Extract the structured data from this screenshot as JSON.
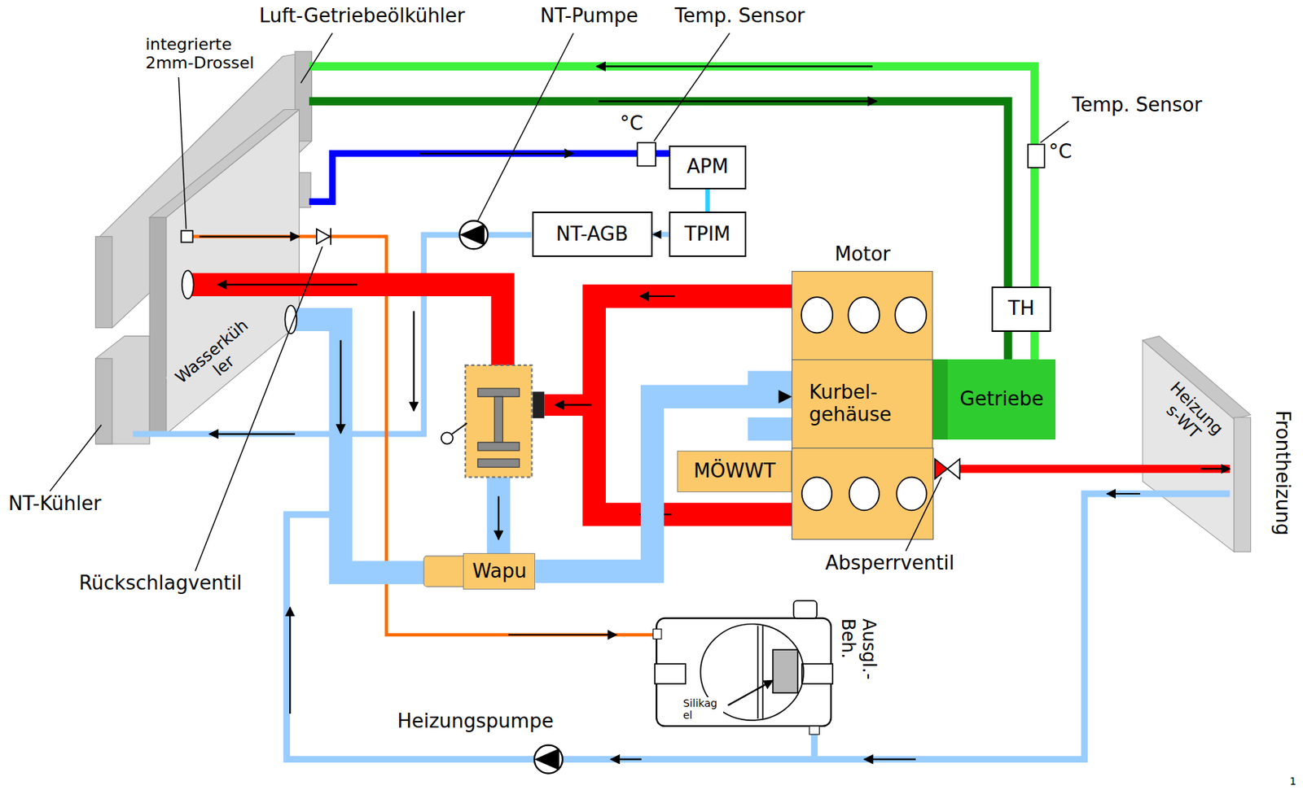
{
  "diagram": {
    "nodes": [
      {
        "text": [
          "APM"
        ]
      },
      {
        "text": [
          "TPIM"
        ]
      },
      {
        "text": [
          "NT-AGB"
        ]
      },
      {
        "text": [
          "Motor"
        ]
      },
      {
        "text": [
          "TH"
        ]
      },
      {
        "text": [
          "Kurbel- gehäuse"
        ]
      },
      {
        "text": [
          "Getriebe"
        ]
      },
      {
        "text": [
          "MÖWWT"
        ]
      },
      {
        "text": [
          "Wapu"
        ]
      }
    ],
    "edges": [
      {
        "from": 1,
        "to": 0,
        "arrow": "none"
      },
      {
        "from": 1,
        "to": 2,
        "arrow": "to"
      },
      {
        "from": 6,
        "to": 4,
        "arrow": "none"
      },
      {
        "from": 8,
        "to": 5,
        "arrow": "to"
      }
    ],
    "labels": [
      "Luft-Getriebeölkühler",
      "NT-Pumpe",
      "Temp. Sensor",
      "integrierte 2mm-Drossel",
      "°C",
      "Temp. Sensor",
      "°C",
      "Wasserküh ler",
      "NT-Kühler",
      "Rückschlagventil",
      "Silikag el",
      "Ausgl.- Beh.",
      "Absperrventil",
      "Heizung s-WT",
      "Frontheizung",
      "Heizungspumpe",
      "1"
    ]
  }
}
